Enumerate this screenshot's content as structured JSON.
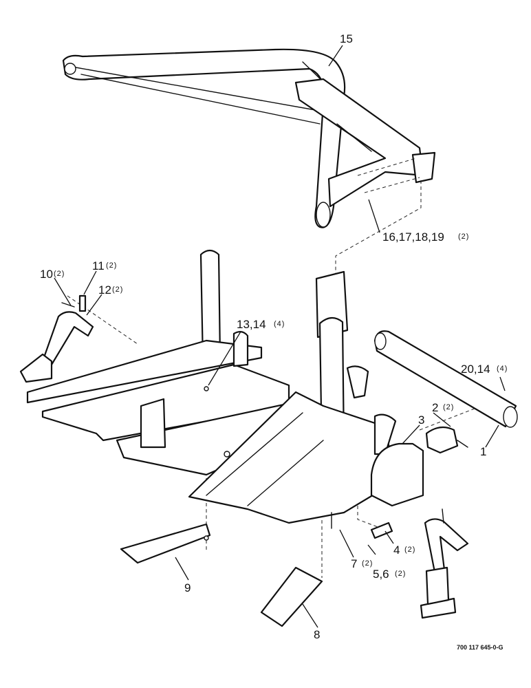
{
  "diagram": {
    "drawing_number": "700 117 645-0-G",
    "callouts": [
      {
        "id": "c15",
        "label": "15",
        "qty": ""
      },
      {
        "id": "c16",
        "label": "16,17,18,19",
        "qty": "(2)"
      },
      {
        "id": "c10",
        "label": "10",
        "qty": "(2)"
      },
      {
        "id": "c11",
        "label": "11",
        "qty": "(2)"
      },
      {
        "id": "c12",
        "label": "12",
        "qty": "(2)"
      },
      {
        "id": "c13",
        "label": "13,14",
        "qty": "(4)"
      },
      {
        "id": "c20",
        "label": "20,14",
        "qty": "(4)"
      },
      {
        "id": "c2",
        "label": "2",
        "qty": "(2)"
      },
      {
        "id": "c3",
        "label": "3",
        "qty": ""
      },
      {
        "id": "c1",
        "label": "1",
        "qty": ""
      },
      {
        "id": "c4",
        "label": "4",
        "qty": "(2)"
      },
      {
        "id": "c7",
        "label": "7",
        "qty": "(2)"
      },
      {
        "id": "c5",
        "label": "5,6",
        "qty": "(2)"
      },
      {
        "id": "c9",
        "label": "9",
        "qty": ""
      },
      {
        "id": "c8",
        "label": "8",
        "qty": ""
      }
    ]
  }
}
